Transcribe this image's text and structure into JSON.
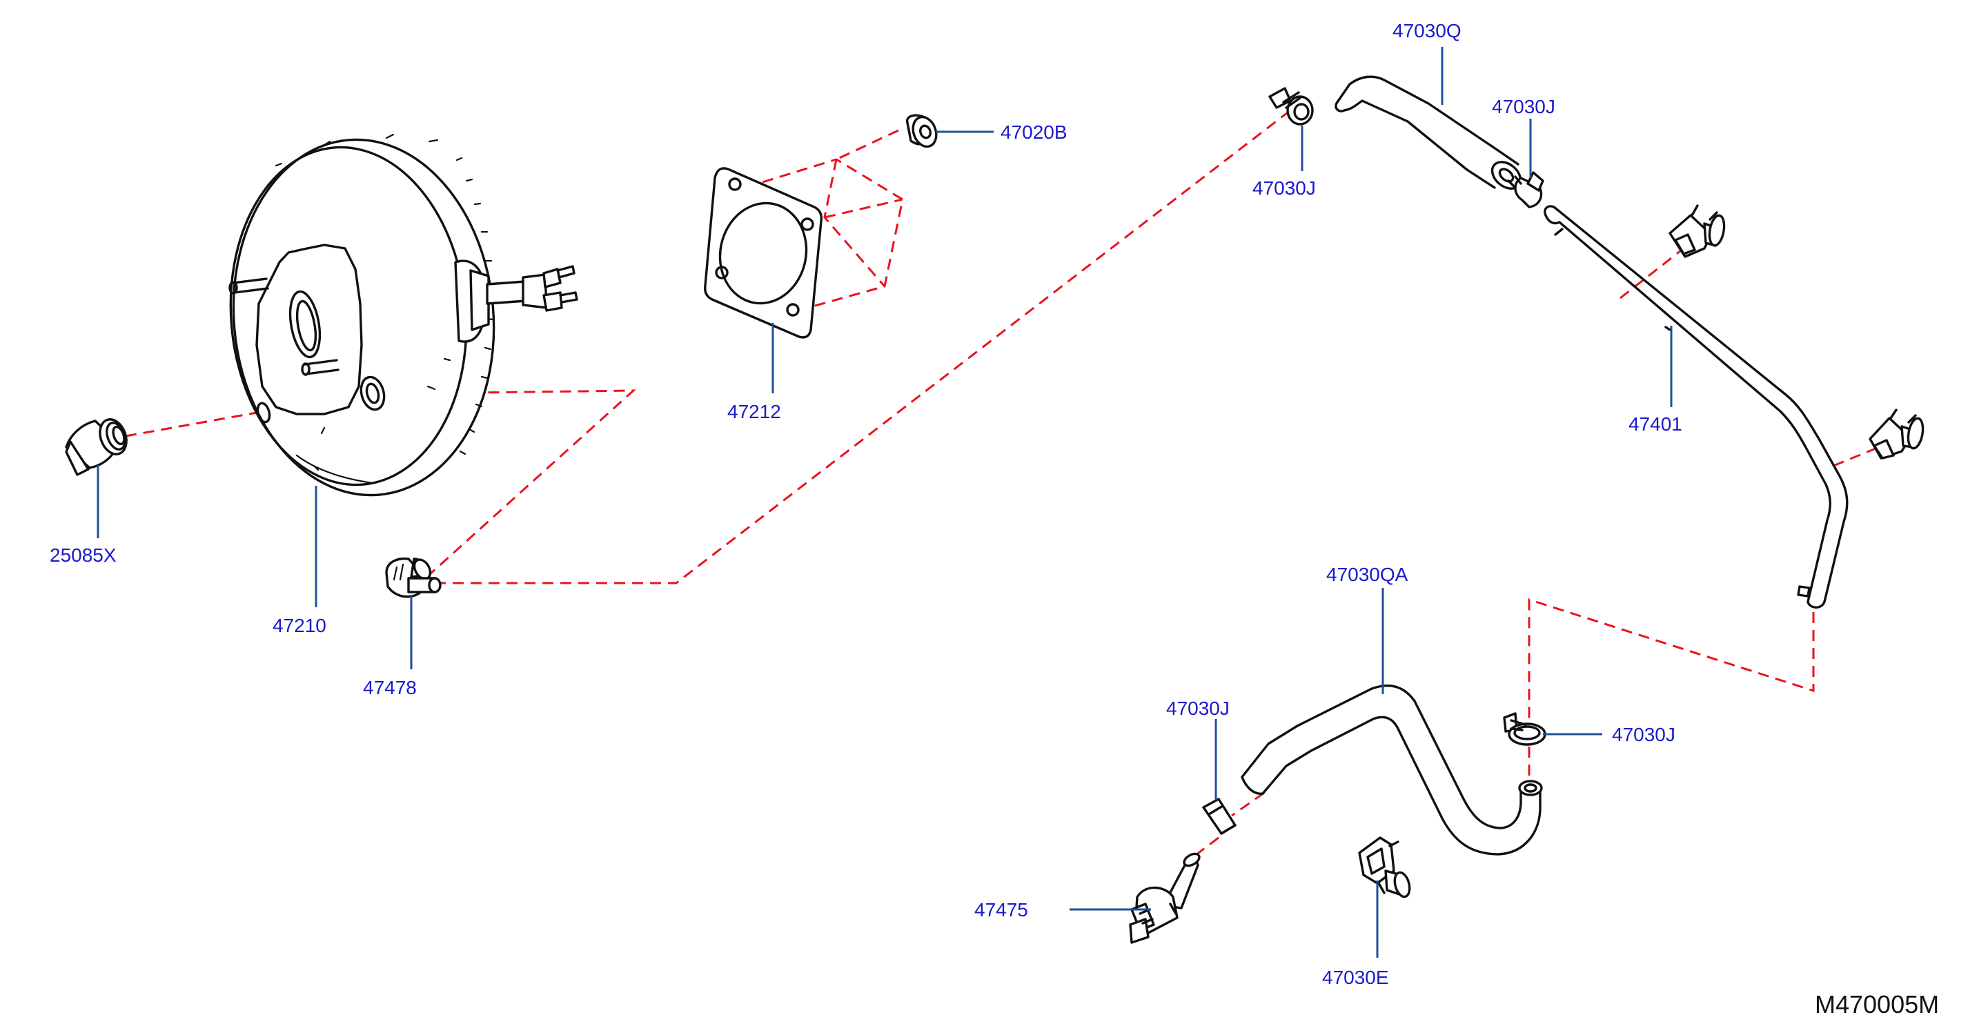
{
  "diagram": {
    "drawing_code": "M470005M",
    "colors": {
      "label_text": "#1a1acc",
      "leader_line": "#1f4f99",
      "dashed_line": "#e8141c",
      "part_outline": "#111111"
    },
    "parts": {
      "brake_booster": "47210",
      "booster_grommet": "25085X",
      "check_valve": "47478",
      "gasket": "47212",
      "nut": "47020B",
      "hose_upper": "47030Q",
      "clamp_upper_left": "47030J",
      "clamp_upper_right": "47030J",
      "vacuum_tube": "47401",
      "hose_lower": "47030QA",
      "clamp_lower_left": "47030J",
      "clamp_lower_right": "47030J",
      "connector_valve": "47475",
      "bracket_clip": "47030E"
    }
  }
}
